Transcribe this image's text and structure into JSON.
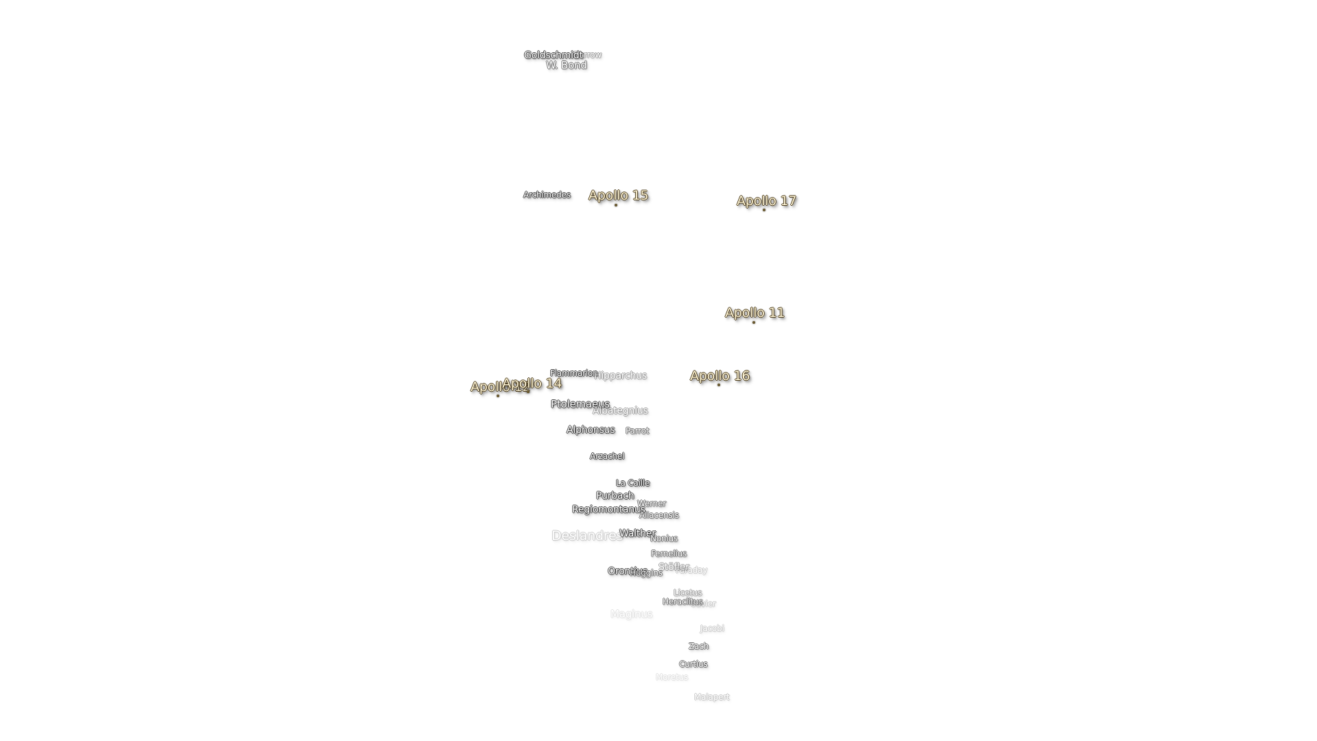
{
  "labels": {
    "goldschmidt": "Goldschmidt",
    "barrow": "Barrow",
    "w_bond": "W. Bond",
    "archimedes": "Archimedes",
    "flammarion": "Flammarion",
    "hipparchus": "Hipparchus",
    "ptolemaeus": "Ptolemaeus",
    "albategnius": "Albategnius",
    "alphonsus": "Alphonsus",
    "parrot": "Parrot",
    "arzachel": "Arzachel",
    "la_caille": "La Caille",
    "purbach": "Purbach",
    "werner": "Werner",
    "regiomontanus": "Regiomontanus",
    "aliacensis": "Aliacensis",
    "deslandres": "Deslandres",
    "walther": "Walther",
    "nonius": "Nonius",
    "fernelius": "Fernelius",
    "stoefler": "Stöfler",
    "faraday": "Faraday",
    "orontius": "Orontius",
    "huggins": "Huggins",
    "licetus": "Licetus",
    "heraclitus": "Heraclitus",
    "cuvier": "Cuvier",
    "maginus": "Maginus",
    "jacobi": "Jacobi",
    "zach": "Zach",
    "curtius": "Curtius",
    "moretus": "Moretus",
    "malapert": "Malapert"
  },
  "apollo_sites": {
    "apollo_15": "Apollo 15",
    "apollo_17": "Apollo 17",
    "apollo_11": "Apollo 11",
    "apollo_16": "Apollo 16",
    "apollo_12": "Apollo 12",
    "apollo_14": "Apollo 14"
  },
  "colors": {
    "background": "#ffffff",
    "crater_label": "#ffffff",
    "apollo_label": "#fff6d8",
    "label_outline": "#444444"
  }
}
